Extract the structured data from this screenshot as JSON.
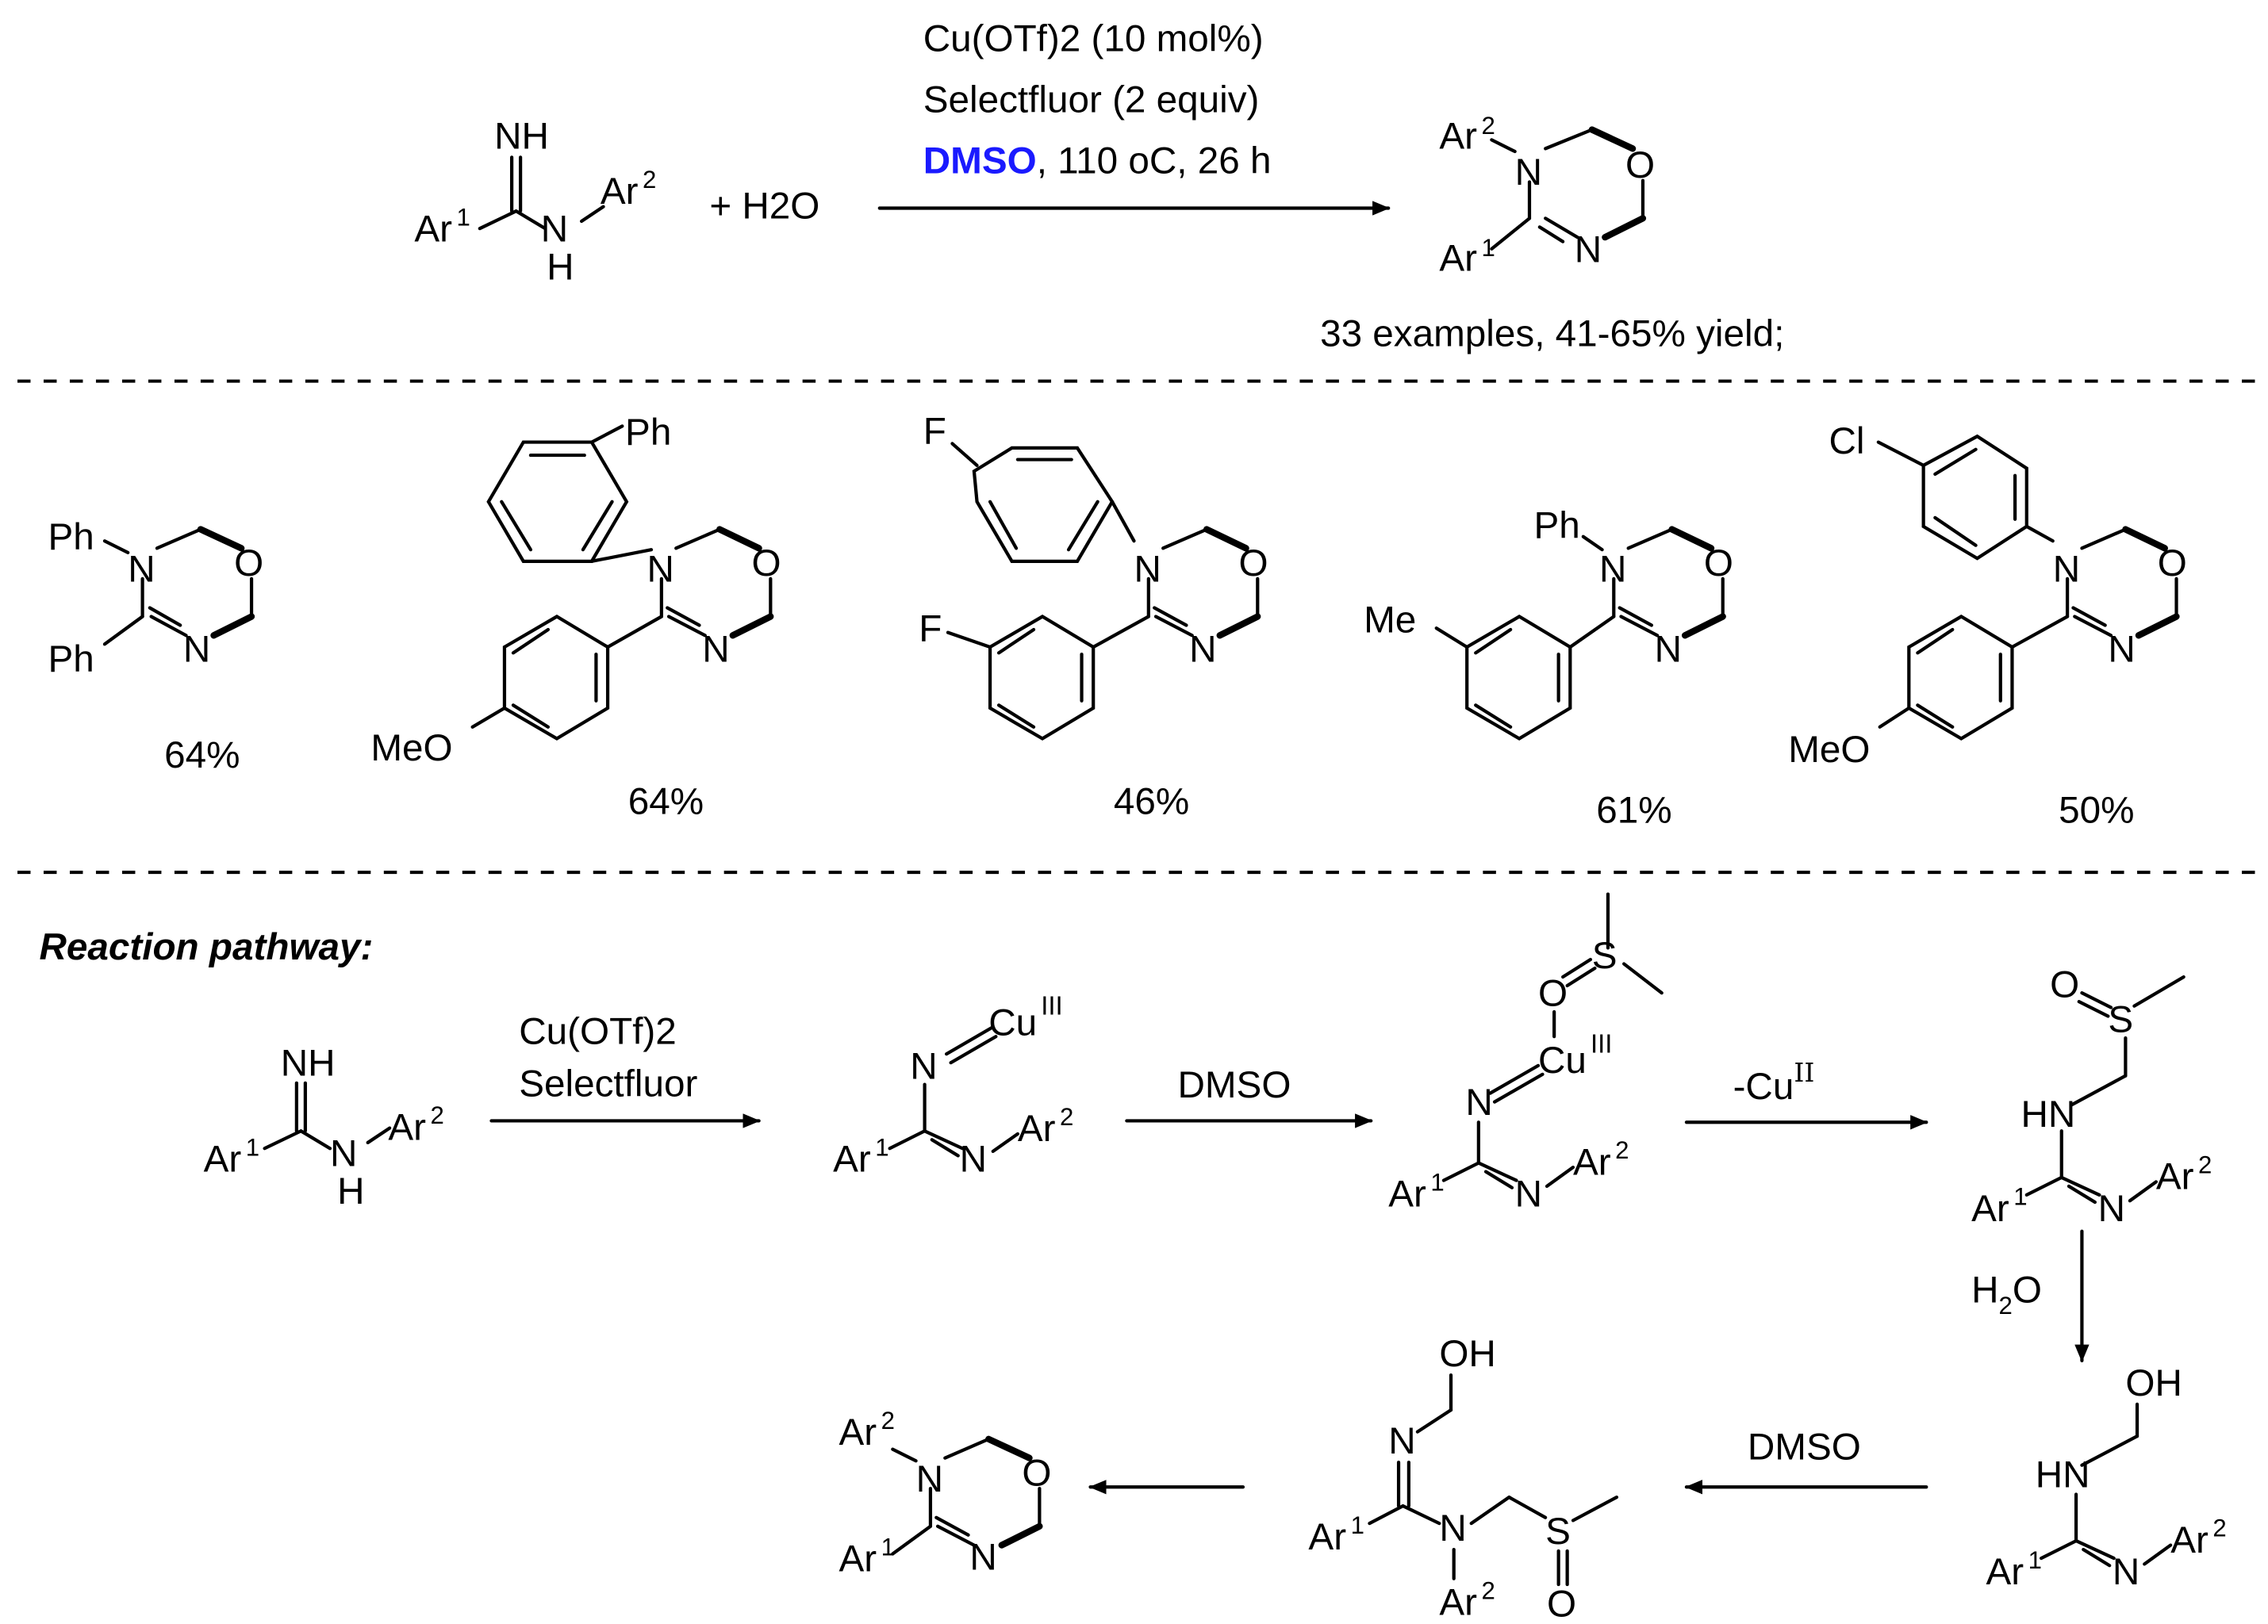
{
  "conditions": {
    "line1": "Cu(OTf)2 (10 mol%)",
    "line2": "Selectfluor (2 equiv)",
    "line3_solvent": "DMSO",
    "line3_rest": ", 110 oC, 26 h",
    "solvent_color": "#1a1aff"
  },
  "reagents": {
    "plus_water": "+ H2O"
  },
  "scope_summary": "33 examples, 41-65% yield;",
  "examples": [
    {
      "yield": "64%"
    },
    {
      "yield": "64%"
    },
    {
      "yield": "46%"
    },
    {
      "yield": "61%"
    },
    {
      "yield": "50%"
    }
  ],
  "pathway": {
    "heading": "Reaction pathway:",
    "step1_reagent_a": "Cu(OTf)2",
    "step1_reagent_b": "Selectfluor",
    "step2_reagent": "DMSO",
    "step3_reagent": "-CuII",
    "step4_reagent": "H2O",
    "step5_reagent": "DMSO"
  }
}
